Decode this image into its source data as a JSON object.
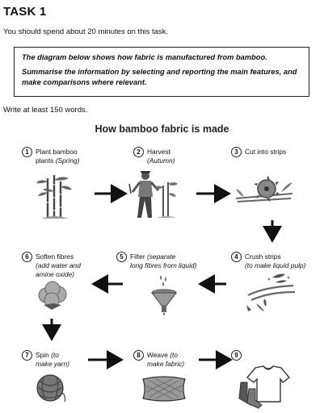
{
  "header": {
    "title": "TASK 1",
    "instruction": "You should spend about 20 minutes on this task.",
    "prompt_line1": "The diagram below shows how fabric is manufactured from bamboo.",
    "prompt_line2": "Summarise the information by selecting and reporting the main features, and make comparisons where relevant.",
    "word_count": "Write at least 150 words."
  },
  "diagram": {
    "title": "How bamboo fabric is made",
    "steps": [
      {
        "num": "1",
        "text": "Plant bamboo",
        "text2": "plants ",
        "sub": "(Spring)",
        "icon": "bamboo-plants-icon"
      },
      {
        "num": "2",
        "text": "Harvest",
        "text2": "",
        "sub": "(Autumn)",
        "icon": "harvest-worker-icon"
      },
      {
        "num": "3",
        "text": "Cut into strips",
        "text2": "",
        "sub": "",
        "icon": "saw-blade-icon"
      },
      {
        "num": "4",
        "text": "Crush strips",
        "text2": "",
        "sub": "(to make liquid pulp)",
        "icon": "crushed-strips-icon"
      },
      {
        "num": "5",
        "text": "Filter ",
        "text2": "",
        "sub": "(separate",
        "sub2": "long fibres from liquid)",
        "icon": "filter-funnel-icon"
      },
      {
        "num": "6",
        "text": "Soften fibres",
        "text2": "",
        "sub": "(add water and",
        "sub2": "amine oxide)",
        "icon": "cotton-ball-icon"
      },
      {
        "num": "7",
        "text": "Spin ",
        "text2": "",
        "sub": "(to",
        "sub2": "make yarn)",
        "icon": "yarn-ball-icon"
      },
      {
        "num": "8",
        "text": "Weave ",
        "text2": "",
        "sub": "(to",
        "sub2": "make fabric)",
        "icon": "fabric-pillow-icon"
      },
      {
        "num": "9",
        "text": "",
        "text2": "",
        "sub": "",
        "icon": "clothes-icon"
      }
    ]
  }
}
